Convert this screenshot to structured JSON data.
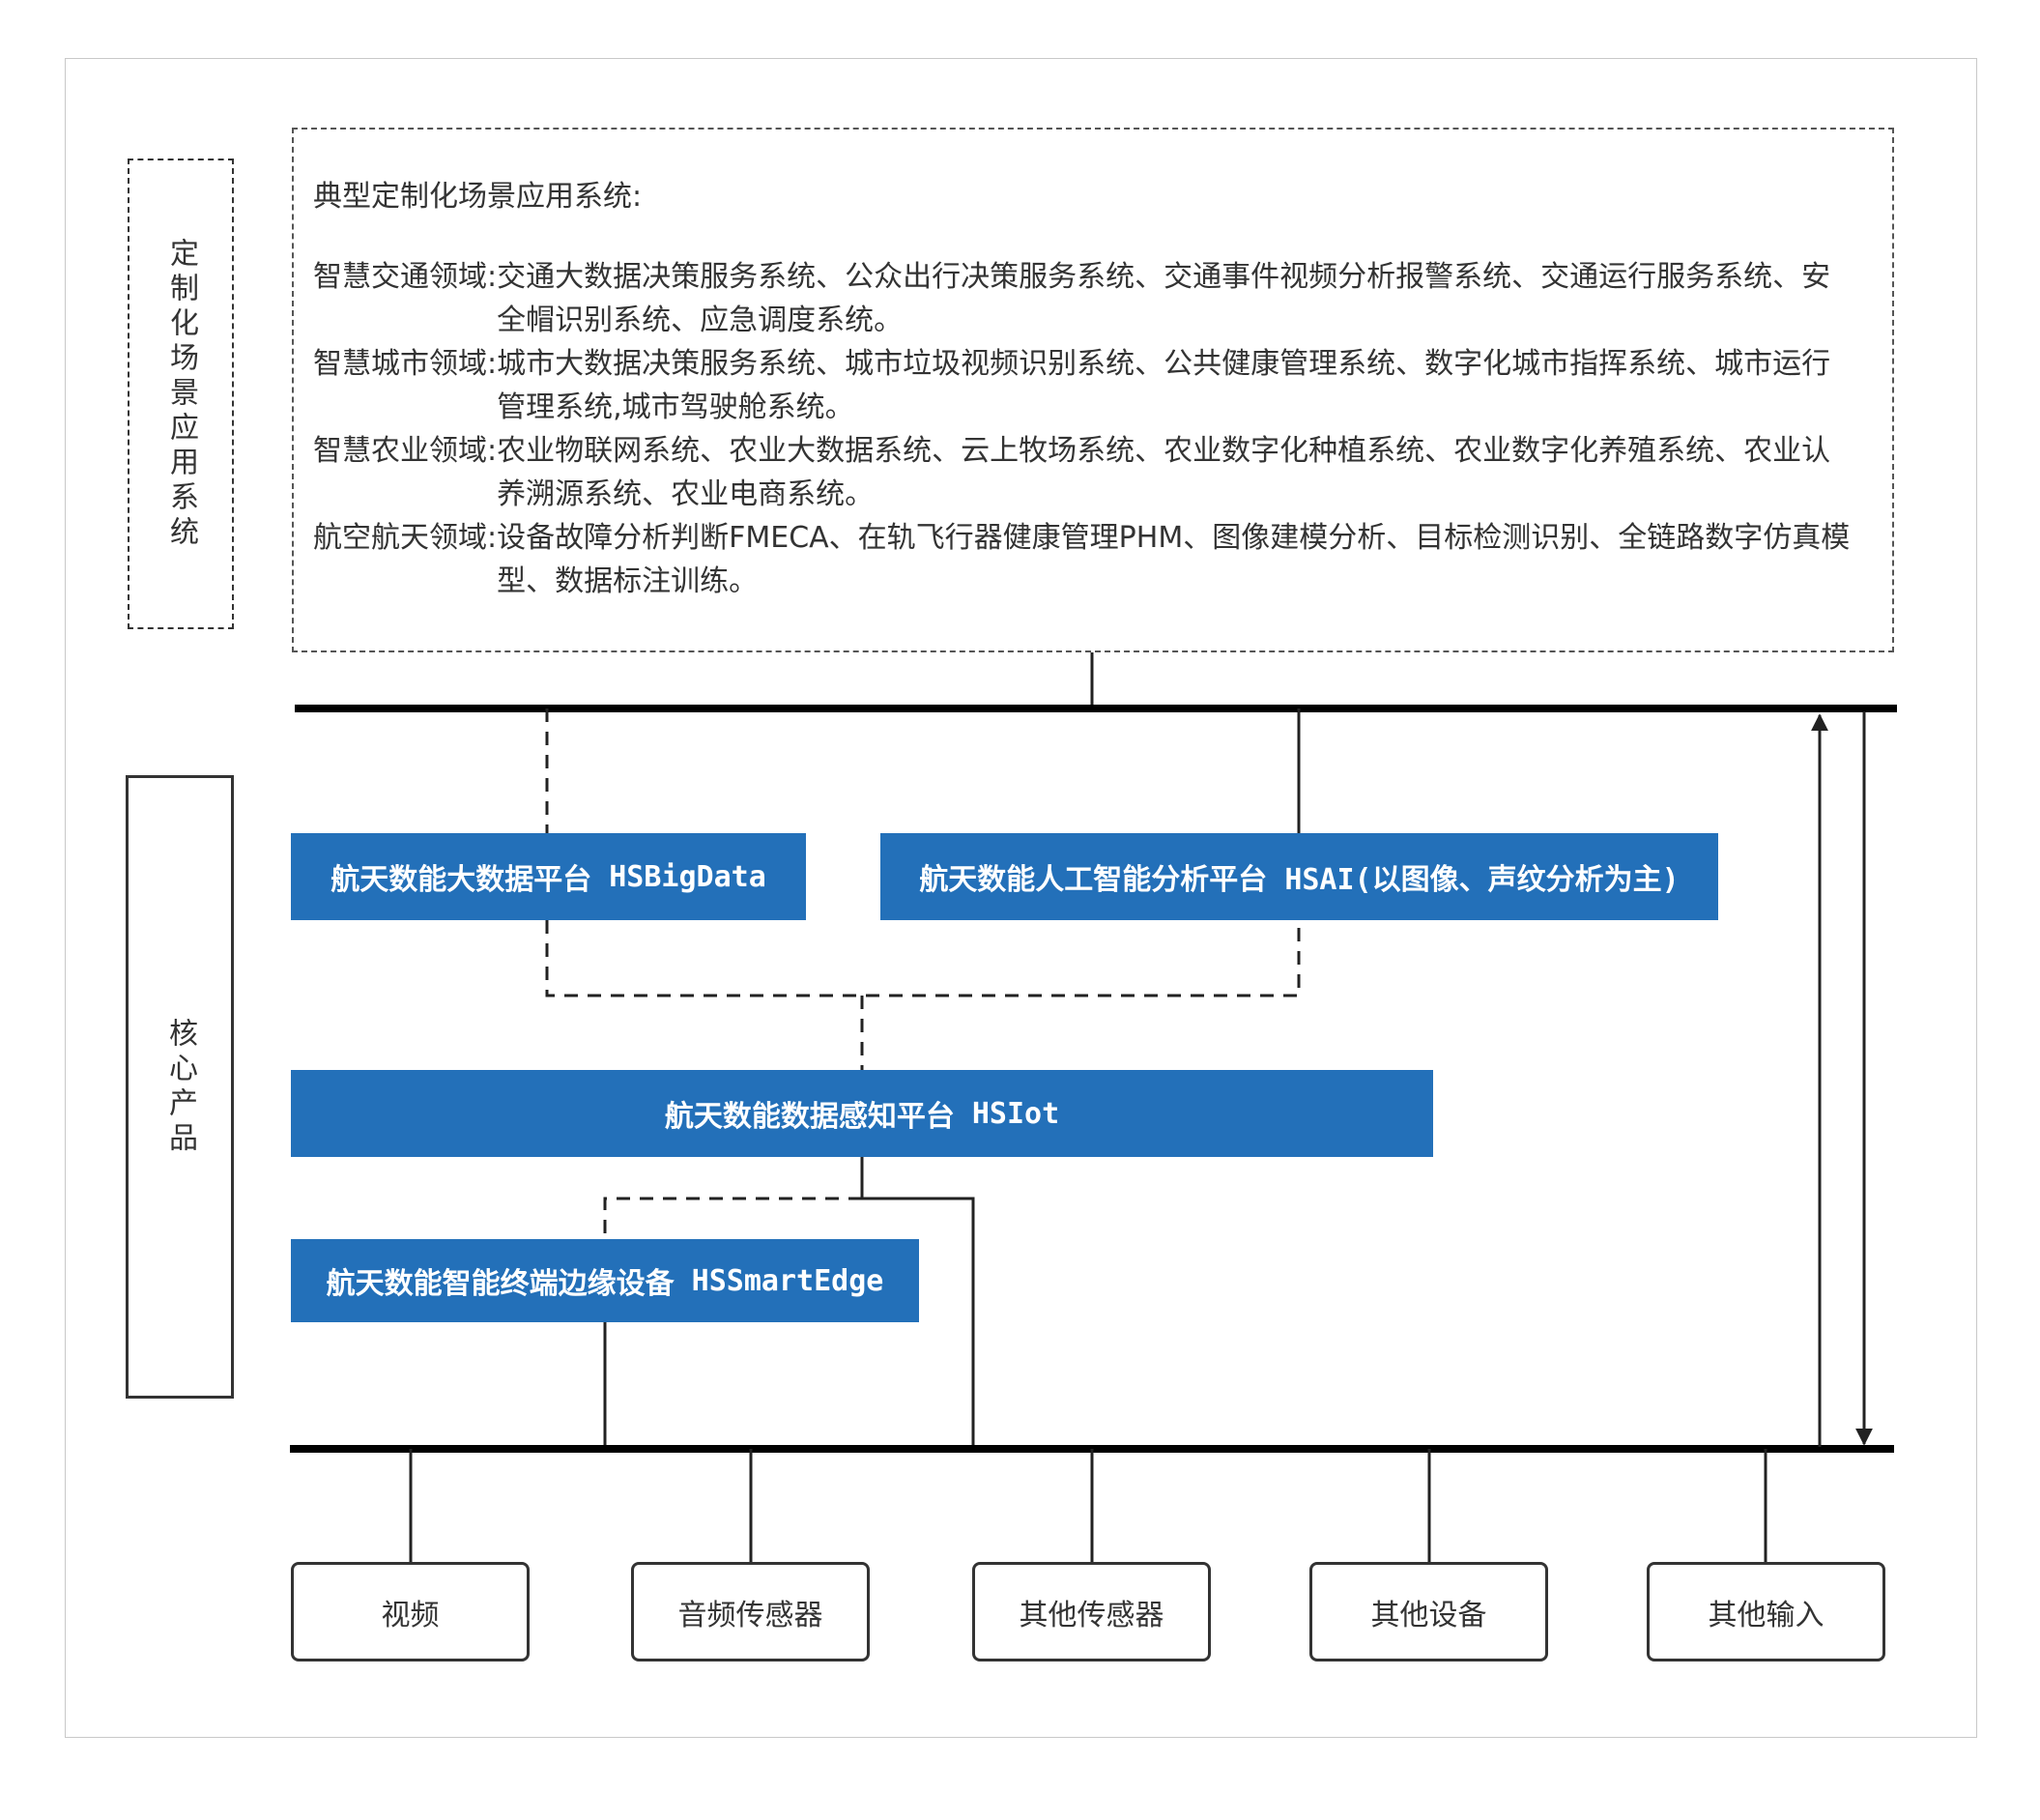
{
  "side_labels": {
    "custom": "定制化场景应用系统",
    "core": "核心产品"
  },
  "applications": {
    "title": "典型定制化场景应用系统:",
    "domains": [
      {
        "name": "智慧交通领域:",
        "text": "交通大数据决策服务系统、公众出行决策服务系统、交通事件视频分析报警系统、交通运行服务系统、安全帽识别系统、应急调度系统。"
      },
      {
        "name": "智慧城市领域:",
        "text": "城市大数据决策服务系统、城市垃圾视频识别系统、公共健康管理系统、数字化城市指挥系统、城市运行管理系统,城市驾驶舱系统。"
      },
      {
        "name": "智慧农业领域:",
        "text": "农业物联网系统、农业大数据系统、云上牧场系统、农业数字化种植系统、农业数字化养殖系统、农业认养溯源系统、农业电商系统。"
      },
      {
        "name": "航空航天领域:",
        "text": "设备故障分析判断FMECA、在轨飞行器健康管理PHM、图像建模分析、目标检测识别、全链路数字仿真模型、数据标注训练。"
      }
    ]
  },
  "products": {
    "bigdata": {
      "cn": "航天数能大数据平台",
      "en": "HSBigData"
    },
    "ai": {
      "cn": "航天数能人工智能分析平台",
      "en": "HSAI(以图像、声纹分析为主)"
    },
    "iot": {
      "cn": "航天数能数据感知平台",
      "en": "HSIot"
    },
    "edge": {
      "cn": "航天数能智能终端边缘设备",
      "en": "HSSmartEdge"
    }
  },
  "devices": {
    "video": "视频",
    "audio": "音频传感器",
    "sensor": "其他传感器",
    "device": "其他设备",
    "input": "其他输入"
  },
  "colors": {
    "product_fill": "#2370b9",
    "line": "#222222"
  }
}
